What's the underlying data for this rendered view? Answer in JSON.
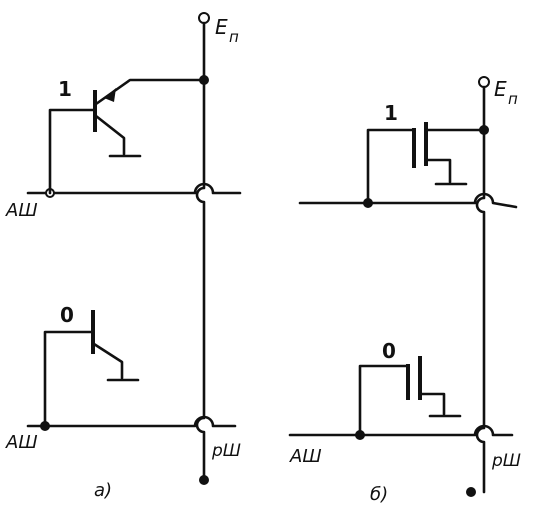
{
  "diagram": {
    "left": {
      "supply_label": "E",
      "supply_subscript": "п",
      "bus_label_top": "АШ",
      "bus_label_bottom": "АШ",
      "bit_line_label": "",
      "cell_top_value": "1",
      "cell_bottom_value": "0",
      "caption": "а)"
    },
    "right": {
      "supply_label": "E",
      "supply_subscript": "п",
      "bus_label_bottom": "АШ",
      "bit_line_label": "рШ",
      "cell_top_value": "1",
      "cell_bottom_value": "0",
      "caption": "б)"
    },
    "center_bit_line_label": "рШ"
  }
}
